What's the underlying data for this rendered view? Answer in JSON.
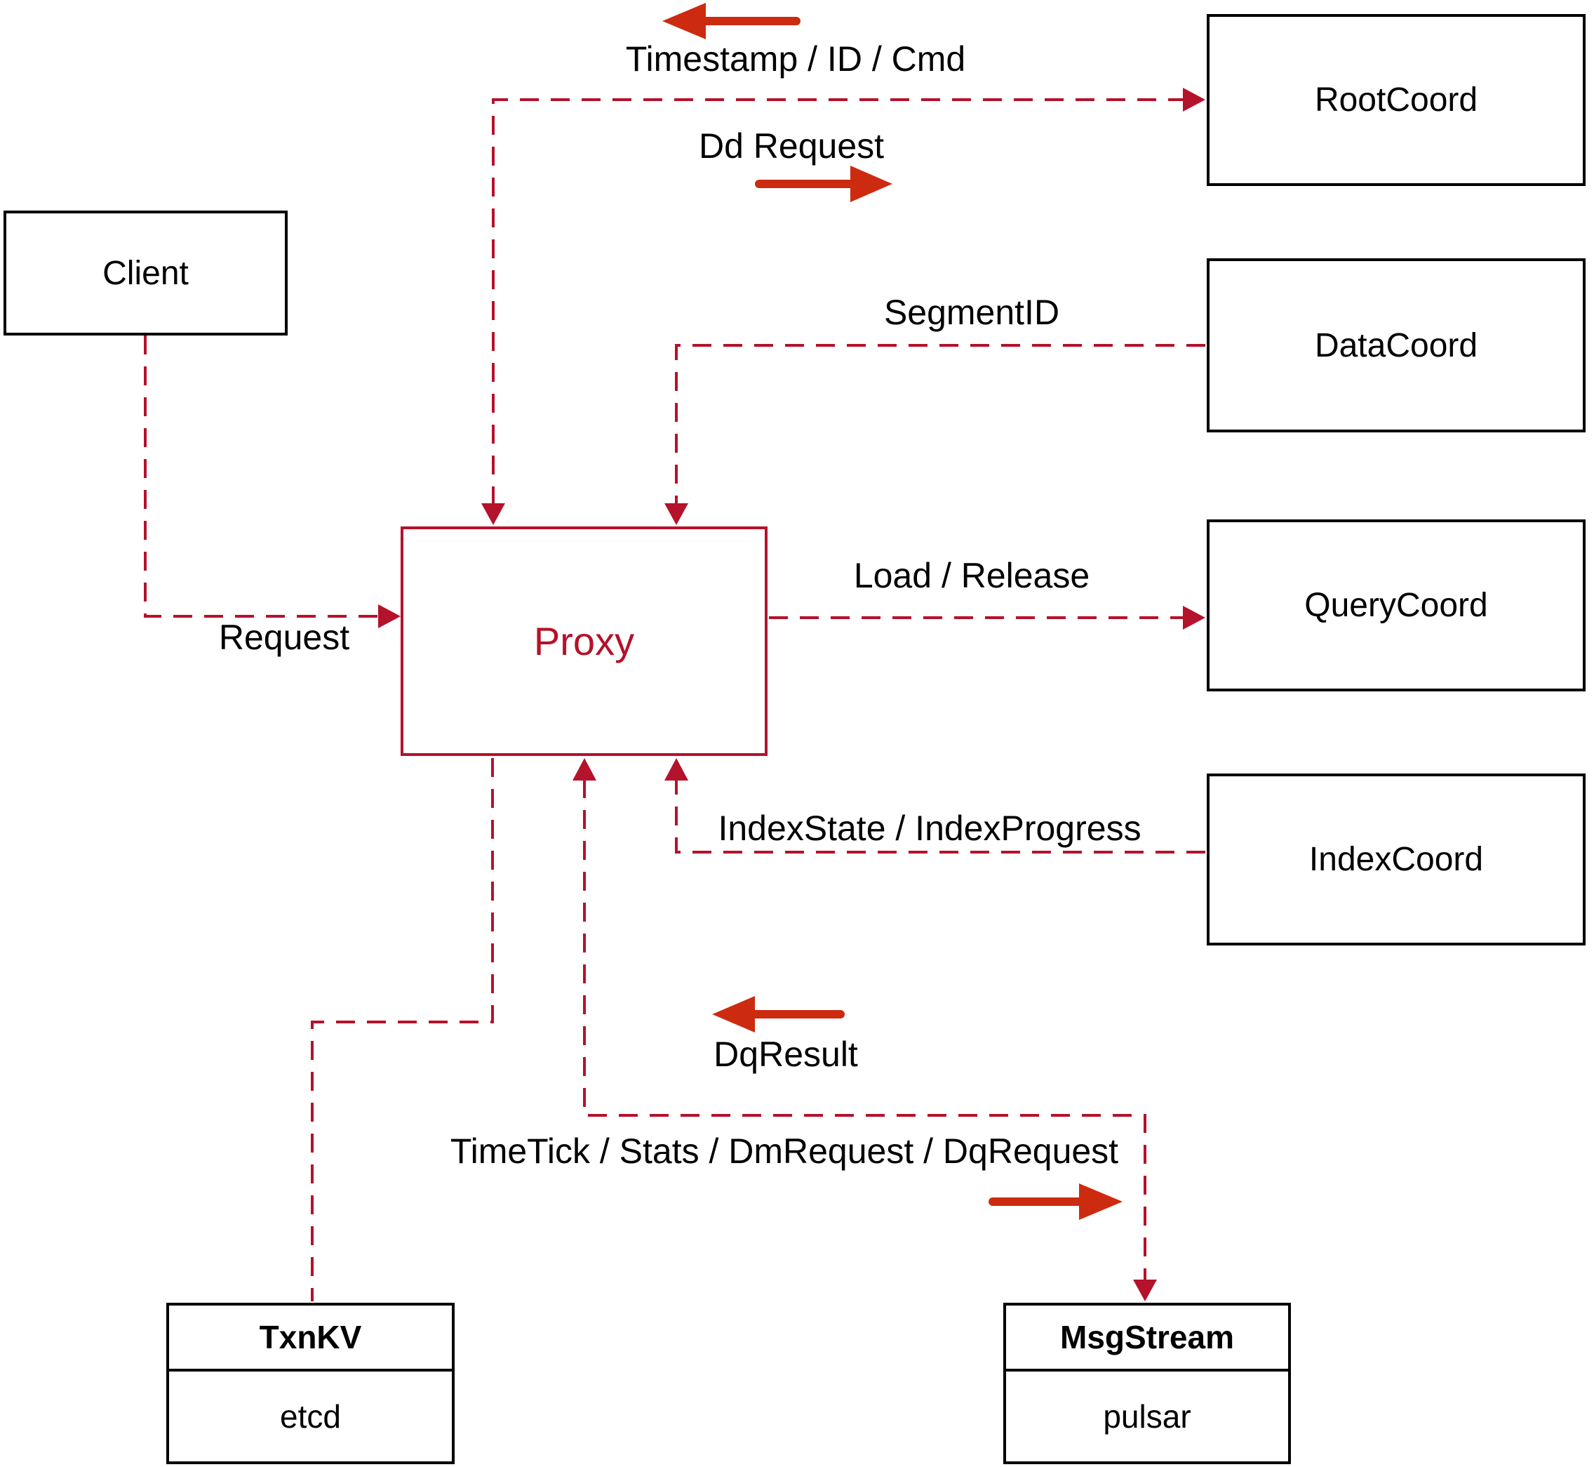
{
  "diagram": {
    "title": "proxy-coordinator-flow-diagram",
    "nodes": {
      "client": {
        "label": "Client"
      },
      "rootcoord": {
        "label": "RootCoord"
      },
      "datacoord": {
        "label": "DataCoord"
      },
      "querycoord": {
        "label": "QueryCoord"
      },
      "indexcoord": {
        "label": "IndexCoord"
      },
      "proxy": {
        "label": "Proxy"
      },
      "txnkv": {
        "title": "TxnKV",
        "body": "etcd"
      },
      "msgstream": {
        "title": "MsgStream",
        "body": "pulsar"
      }
    },
    "edge_labels": {
      "timestamp": "Timestamp / ID / Cmd",
      "dd_request": "Dd Request",
      "segment_id": "SegmentID",
      "load_release": "Load / Release",
      "index_state": "IndexState / IndexProgress",
      "request": "Request",
      "dq_result": "DqResult",
      "timetick": "TimeTick / Stats / DmRequest / DqRequest"
    },
    "icons": {
      "flow_left_top": "left-direction-arrow",
      "flow_right_dd": "right-direction-arrow",
      "flow_left_dqresult": "left-direction-arrow",
      "flow_right_timetick": "right-direction-arrow"
    },
    "colors": {
      "line_red": "#b5122b",
      "arrow_red": "#cc2b10",
      "box_black": "#000000"
    }
  }
}
